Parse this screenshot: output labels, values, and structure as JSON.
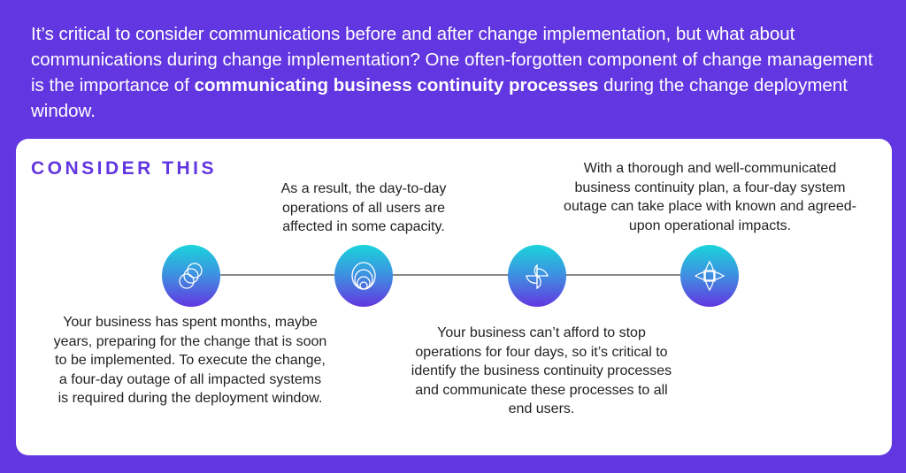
{
  "intro": {
    "text_before": "It’s critical to consider communications before and after change implementation, but what about communications during change implementation? One often-forgotten component of change management is the importance of ",
    "bold": "communicating business continuity processes",
    "text_after": " during the change deployment window."
  },
  "heading": "CONSIDER THIS",
  "colors": {
    "background": "#6236e0",
    "accent": "#6236e0",
    "gradient_top": "#1ad4dc"
  },
  "steps": [
    {
      "icon": "overlapping-circles-icon",
      "text": "Your business has spent months, maybe years, preparing for the change that is soon to be implemented. To execute the change, a four-day outage of all impacted systems is required during the deployment window."
    },
    {
      "icon": "nested-circles-icon",
      "text": "As a result, the day-to-day operations of all users are affected in some capacity."
    },
    {
      "icon": "pinwheel-icon",
      "text": "Your business can’t afford to stop operations for four days, so it’s critical to identify the business continuity processes and communicate these processes to all end users."
    },
    {
      "icon": "compass-star-icon",
      "text": "With a thorough and well-communicated business continuity plan, a four-day system outage can take place with known and agreed-upon operational impacts."
    }
  ]
}
